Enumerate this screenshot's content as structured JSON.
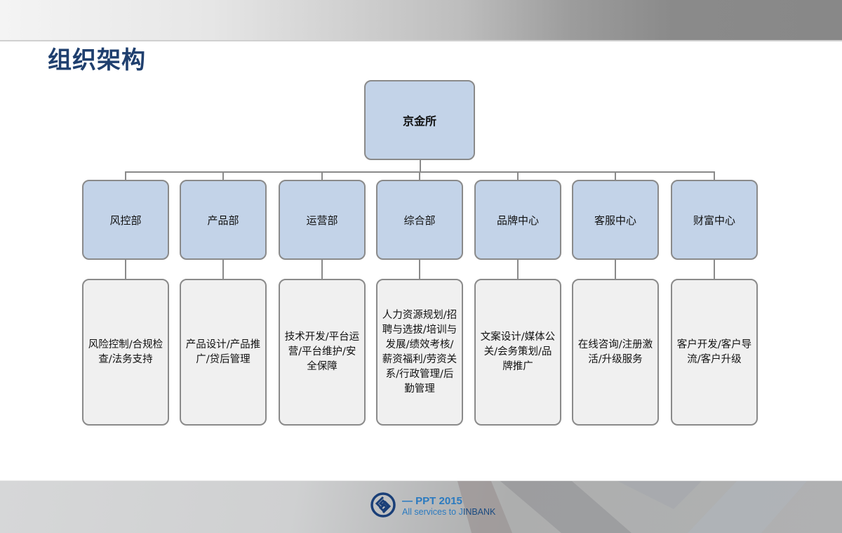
{
  "slide": {
    "title": "组织架构",
    "colors": {
      "title": "#1f3f6e",
      "node_fill": "#c3d3e8",
      "detail_fill": "#f0f0f0",
      "border": "#8a8a8a",
      "brand_blue": "#2a7ac0"
    }
  },
  "org_chart": {
    "root": {
      "label": "京金所"
    },
    "departments": [
      {
        "label": "风控部",
        "detail": "风险控制/合规检查/法务支持"
      },
      {
        "label": "产品部",
        "detail": "产品设计/产品推广/贷后管理"
      },
      {
        "label": "运营部",
        "detail": "技术开发/平台运营/平台维护/安全保障"
      },
      {
        "label": "综合部",
        "detail": "人力资源规划/招聘与选拔/培训与发展/绩效考核/薪资福利/劳资关系/行政管理/后勤管理"
      },
      {
        "label": "品牌中心",
        "detail": "文案设计/媒体公关/会务策划/品牌推广"
      },
      {
        "label": "客服中心",
        "detail": "在线咨询/注册激活/升级服务"
      },
      {
        "label": "财富中心",
        "detail": "客户开发/客户导流/客户升级"
      }
    ]
  },
  "footer": {
    "logo_icon": "jinbank-logo-icon",
    "line1": "— PPT 2015",
    "line2_prefix": "All services to J",
    "line2_suffix": "INBANK"
  }
}
